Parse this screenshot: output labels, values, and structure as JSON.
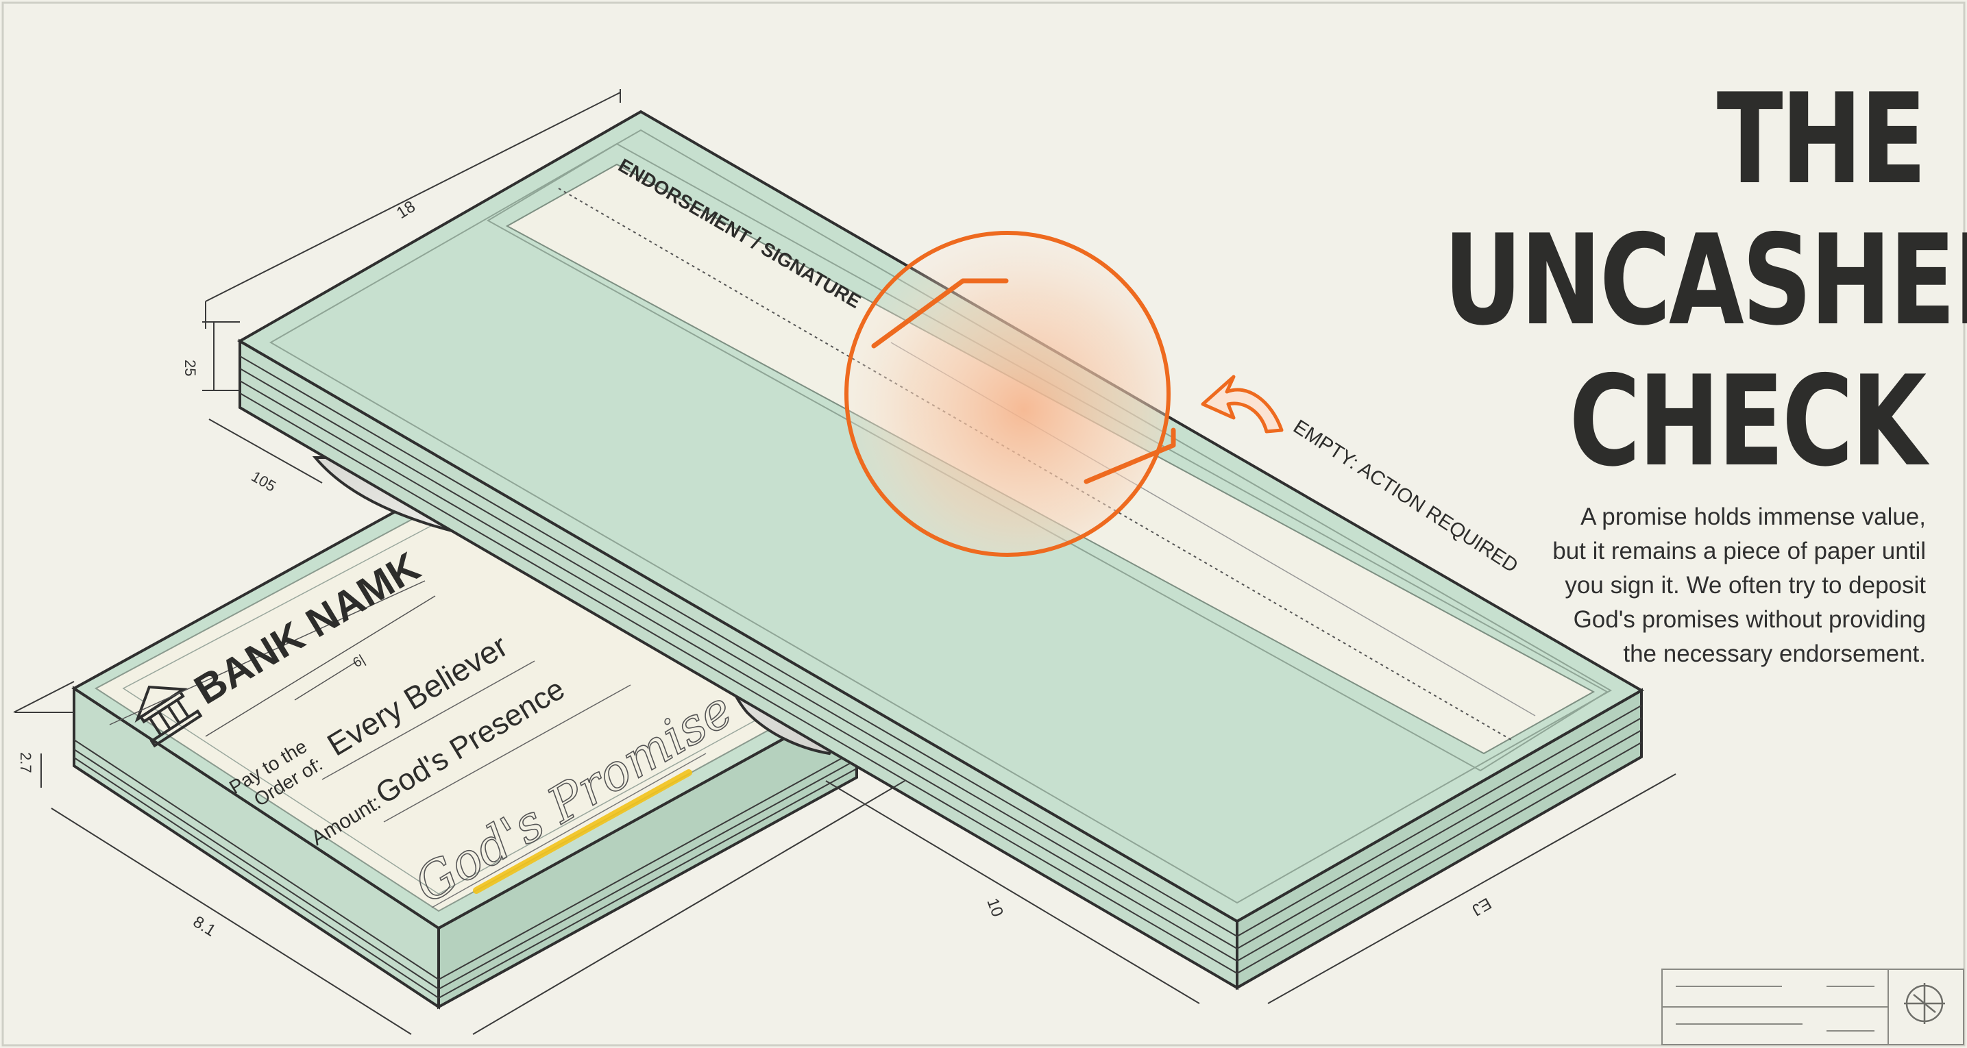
{
  "title": {
    "line1": "THE",
    "line2": "UNCASHED",
    "line3": "CHECK"
  },
  "description": "A promise holds immense value, but it remains a piece of paper until you sign it. We often try to deposit God's promises without providing the necessary endorsement.",
  "top_check": {
    "endorsement_label": "ENDORSEMENT / SIGNATURE"
  },
  "callout": {
    "label": "EMPTY: ACTION REQUIRED"
  },
  "bottom_check": {
    "bank_name": "BANK NAMK",
    "small_dim": "6|",
    "pay_to_line1": "Pay to the",
    "pay_to_line2": "Order of:",
    "payee": "Every Believer",
    "amount_label": "Amount:",
    "amount": "God's Presence",
    "signature": "God's Promise"
  },
  "dimensions": {
    "top_length": "18",
    "top_thickness": "25",
    "top_offset": "105",
    "bottom_thickness": "2.7",
    "bottom_width": "8.1",
    "front_width": "10",
    "right_depth": "EJ"
  },
  "colors": {
    "background": "#f2f1e9",
    "check_green": "#c7e0cf",
    "paper_cream": "#f2f1e6",
    "accent_orange": "#ee6a1f",
    "highlight_yellow": "#f2c31b",
    "ink_dark": "#2d2d2b"
  }
}
